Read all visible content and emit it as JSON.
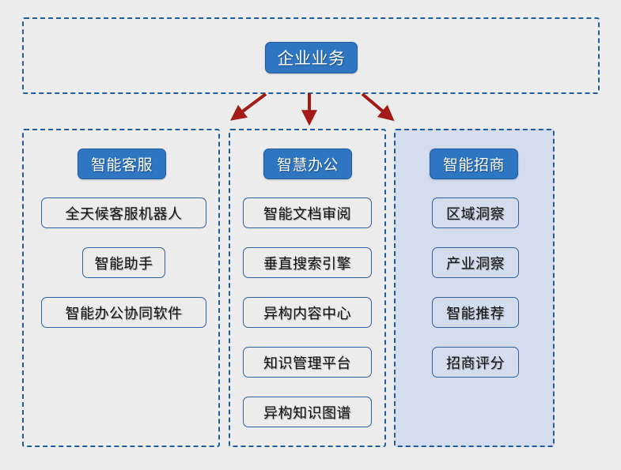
{
  "diagram": {
    "title_node": {
      "label": "企业业务",
      "kind": "root"
    },
    "connectors": [
      {
        "name": "arrow-to-smart-service",
        "direction": "down-left",
        "color": "#A31A16"
      },
      {
        "name": "arrow-to-smart-office",
        "direction": "down",
        "color": "#A31A16"
      },
      {
        "name": "arrow-to-smart-investment",
        "direction": "down-right",
        "color": "#A31A16"
      }
    ],
    "columns": [
      {
        "id": "smart-service",
        "header": "智能客服",
        "highlighted": false,
        "items": [
          "全天候客服机器人",
          "智能助手",
          "智能办公协同软件"
        ]
      },
      {
        "id": "smart-office",
        "header": "智慧办公",
        "highlighted": false,
        "items": [
          "智能文档审阅",
          "垂直搜索引擎",
          "异构内容中心",
          "知识管理平台",
          "异构知识图谱"
        ]
      },
      {
        "id": "smart-investment",
        "header": "智能招商",
        "highlighted": true,
        "items": [
          "区域洞察",
          "产业洞察",
          "智能推荐",
          "招商评分"
        ]
      }
    ]
  },
  "colors": {
    "page_background": "#ECECEC",
    "dashed_border": "#1F5C9E",
    "header_fill": "#2E75C2",
    "item_border": "#2E5F9E",
    "highlight_fill": "#D3DDEE",
    "arrow": "#A31A16"
  }
}
